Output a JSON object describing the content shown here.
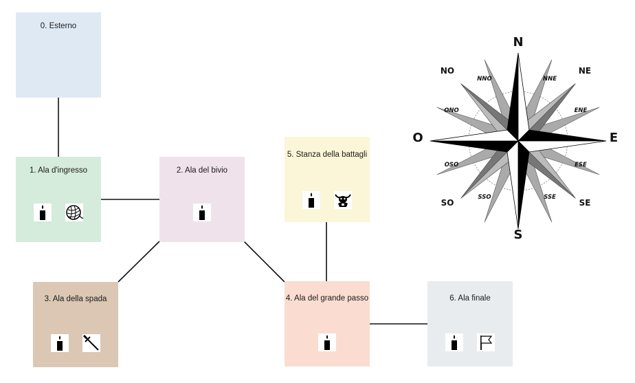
{
  "colors": {
    "room0": "#dfe9f4",
    "room1": "#d5ebdc",
    "room2": "#efe2ea",
    "room3": "#dbc7b4",
    "room4": "#fbdcd1",
    "room5": "#faf6d7",
    "room6": "#e8ecef",
    "line": "#111111"
  },
  "rooms": [
    {
      "title": "0. Esterno",
      "icons": []
    },
    {
      "title": "1. Ala d'ingresso",
      "icons": [
        "candle-icon",
        "yarn-ball-icon"
      ]
    },
    {
      "title": "2. Ala del bivio",
      "icons": [
        "candle-icon"
      ]
    },
    {
      "title": "3. Ala della spada",
      "icons": [
        "candle-icon",
        "sword-icon"
      ]
    },
    {
      "title": "4. Ala del grande passo",
      "icons": [
        "candle-icon"
      ]
    },
    {
      "title": "5. Stanza della battagli",
      "icons": [
        "candle-icon",
        "minotaur-icon"
      ]
    },
    {
      "title": "6. Ala finale",
      "icons": [
        "candle-icon",
        "flag-icon"
      ]
    }
  ],
  "compass": {
    "cardinal": {
      "n": "N",
      "e": "E",
      "s": "S",
      "w": "O"
    },
    "intercardinal": {
      "ne": "NE",
      "se": "SE",
      "sw": "SO",
      "nw": "NO"
    },
    "secondary": {
      "nne": "NNE",
      "ene": "ENE",
      "ese": "ESE",
      "sse": "SSE",
      "sso": "SSO",
      "oso": "OSO",
      "ono": "ONO",
      "nno": "NNO"
    }
  }
}
